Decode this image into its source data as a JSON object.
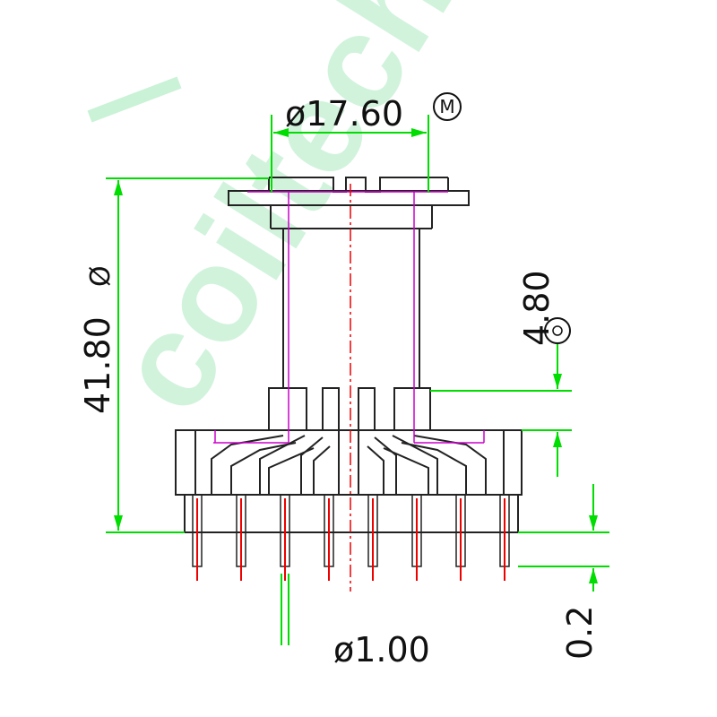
{
  "watermark": {
    "text": "coiltech",
    "color": "#c9f2d6"
  },
  "dimensions": {
    "diameter": "ø17.60",
    "diameter_symbol": "M",
    "height": "41.80",
    "height_symbol": "Ø",
    "step": "4.80",
    "step_symbol": "⊙",
    "pin_dia_partial": "ø1.00",
    "gap_partial": "0.2"
  },
  "colors": {
    "outline": "#222222",
    "dimension": "#00dd00",
    "centerline": "#ee0000",
    "pin_core": "#ee0000",
    "hidden": "#cc00cc"
  },
  "pins": {
    "count": 8
  }
}
